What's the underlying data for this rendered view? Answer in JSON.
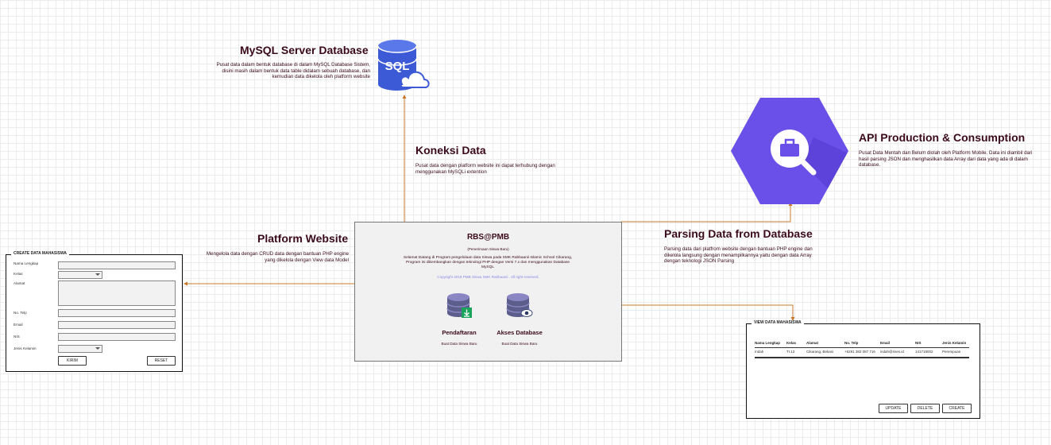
{
  "mysql": {
    "title": "MySQL Server Database",
    "description": "Pusat data dalam bentuk database di dalam MySQL Database Sistem, disini masih dalam bentuk data table didalam sebuah database, dan kemudian data dikelola oleh platform website",
    "icon_label": "SQL"
  },
  "koneksi": {
    "title": "Koneksi Data",
    "description": "Pusat data dengan platform website ini dapat terhubung dengan menggunakan MySQLi extention"
  },
  "api": {
    "title": "API Production & Consumption",
    "description": "Pusat Data Mentah dan Belum diolah oleh Platform Mobile. Data ini diambil dari hasil parsing JSON dan menghasilkan data Array dari data yang ada di dalam database."
  },
  "platform": {
    "title": "Platform Website",
    "description": "Mengelola data dengan CRUD data dengan bantuan PHP engine yang dikelola dengan View data Model"
  },
  "parsing": {
    "title": "Parsing Data from Database",
    "description": "Parsing data dari platfrom website dengan bantuan PHP engine dan dikelola langsung dengan menampilkannya yaitu dengan data Array dengan teknologi JSON Parsing"
  },
  "site": {
    "brand": "RBS@PMB",
    "subtitle": "(Penerimaan Siswa Baru)",
    "welcome": "Selamat Datang di Program pengelolaan data Siswa pada SMK Rabbaanii Islamic School Cikarang, Program ini dikembangkan dengan teknologi PHP dengan Versi 7.x dan menggunakan Database MySQL",
    "copyright": "Copyright 2018 PMB Siswa SMK Rabbaanii . All right reserved.",
    "pendaftaran_label": "Pendaftaran",
    "pendaftaran_sub": "Buat Data Siswa Baru",
    "akses_label": "Akses Database",
    "akses_sub": "Buat Data Siswa Baru"
  },
  "create_form": {
    "title": "CREATE DATA MAHASISWA",
    "labels": [
      "Nama Lengkap",
      "Kelas",
      "Alamat",
      "No. Telp",
      "Email",
      "NIS",
      "Jenis Kelamin"
    ],
    "submit": "KIRIM",
    "reset": "RESET"
  },
  "view_table": {
    "title": "VIEW DATA MAHASISWA",
    "headers": [
      "Nama Lengkap",
      "Kelas",
      "Alamat",
      "No. Telp",
      "Email",
      "NIS",
      "Jenis Kelamin"
    ],
    "rows": [
      [
        "Indah",
        "TI.13",
        "Cikarang, Bekasi",
        "+6281 382 087 716",
        "indah@rises.id",
        "141718002",
        "Perempuan"
      ]
    ],
    "buttons": [
      "UPDATE",
      "DELETE",
      "CREATE"
    ]
  },
  "colors": {
    "connector": "#c9782b",
    "sql_blue": "#3d5ad6",
    "api_purple": "#6a4fe8",
    "title_text": "#3b0a1c"
  }
}
